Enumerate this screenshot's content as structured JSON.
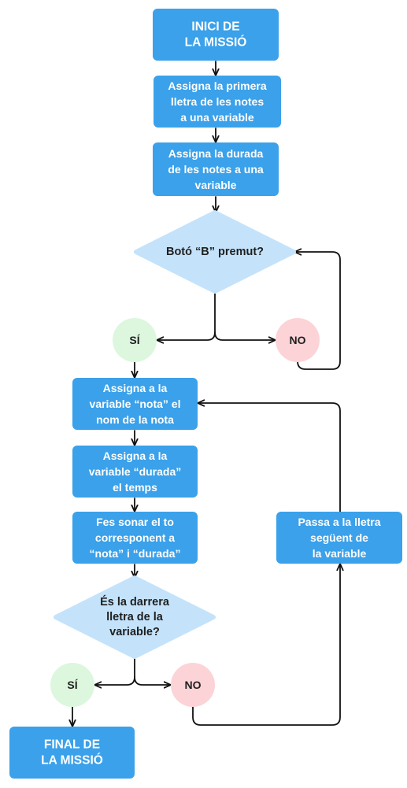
{
  "colors": {
    "box": "#3aa1ea",
    "box_text": "#ffffff",
    "diamond": "#c4e3fb",
    "diamond_text": "#1f1f1f",
    "yes": "#dcf7de",
    "no": "#fcd3d6",
    "arrow": "#111111"
  },
  "nodes": {
    "start": {
      "lines": [
        "INICI DE",
        "LA MISSIÓ"
      ]
    },
    "assign_first_letter": {
      "lines": [
        "Assigna la primera",
        "lletra de les notes",
        "a una variable"
      ]
    },
    "assign_duration": {
      "lines": [
        "Assigna la durada",
        "de les notes a una",
        "variable"
      ]
    },
    "decision_button": {
      "lines": [
        "Botó “B” premut?"
      ]
    },
    "yes_1": {
      "lines": [
        "SÍ"
      ]
    },
    "no_1": {
      "lines": [
        "NO"
      ]
    },
    "assign_note": {
      "lines": [
        "Assigna a la",
        "variable “nota” el",
        "nom de la nota"
      ]
    },
    "assign_time": {
      "lines": [
        "Assigna a la",
        "variable “durada”",
        "el temps"
      ]
    },
    "play_tone": {
      "lines": [
        "Fes sonar el to",
        "corresponent a",
        "“nota” i “durada”"
      ]
    },
    "decision_last": {
      "lines": [
        "És la darrera",
        "lletra de la",
        "variable?"
      ]
    },
    "yes_2": {
      "lines": [
        "SÍ"
      ]
    },
    "no_2": {
      "lines": [
        "NO"
      ]
    },
    "next_letter": {
      "lines": [
        "Passa a la lletra",
        "següent de",
        "la variable"
      ]
    },
    "end": {
      "lines": [
        "FINAL DE",
        "LA MISSIÓ"
      ]
    }
  }
}
